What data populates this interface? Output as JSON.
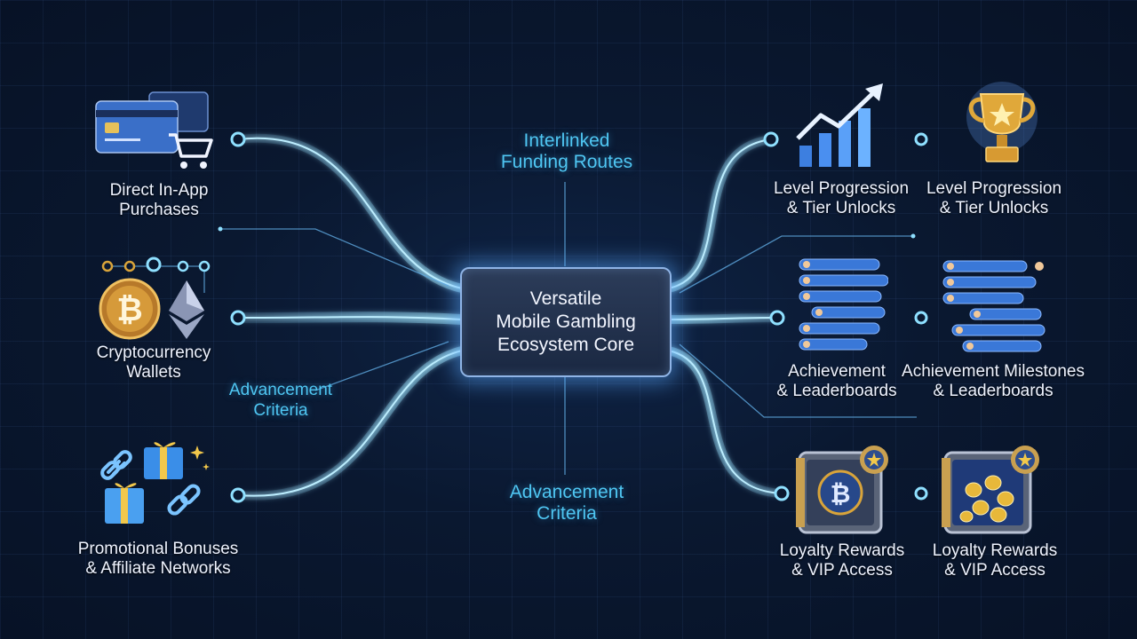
{
  "core": {
    "lines": [
      "Versatile",
      "Mobile Gambling",
      "Ecosystem Core"
    ]
  },
  "top_caption": [
    "Interlinked",
    "Funding Routes"
  ],
  "mid_caption": [
    "Advancement",
    "Criteria"
  ],
  "bottom_caption": [
    "Advancement",
    "Criteria"
  ],
  "left_nodes": [
    {
      "icon": "credit-card-cart-icon",
      "lines": [
        "Direct In-App",
        "Purchases"
      ]
    },
    {
      "icon": "crypto-coins-icon",
      "lines": [
        "Cryptocurrency",
        "Wallets"
      ]
    },
    {
      "icon": "gift-chain-icon",
      "lines": [
        "Promotional Bonuses",
        "& Affiliate Networks"
      ]
    }
  ],
  "right_nodes": [
    {
      "icon": "growth-chart-icon",
      "lines": [
        "Level Progression",
        "& Tier Unlocks"
      ]
    },
    {
      "icon": "trophy-icon",
      "lines": [
        "Level Progression",
        "& Tier Unlocks"
      ]
    },
    {
      "icon": "leaderboard-list-icon",
      "lines": [
        "Achievement",
        "& Leaderboards"
      ]
    },
    {
      "icon": "leaderboard-list-icon",
      "lines": [
        "Achievement Milestones",
        "& Leaderboards"
      ]
    },
    {
      "icon": "vault-bitcoin-icon",
      "lines": [
        "Loyalty Rewards",
        "& VIP Access"
      ]
    },
    {
      "icon": "vault-coins-icon",
      "lines": [
        "Loyalty Rewards",
        "& VIP Access"
      ]
    }
  ],
  "colors": {
    "accent": "#4fc6f2",
    "glow": "#5aa8ff",
    "background": "#0a1830",
    "gold": "#d9a43a"
  }
}
